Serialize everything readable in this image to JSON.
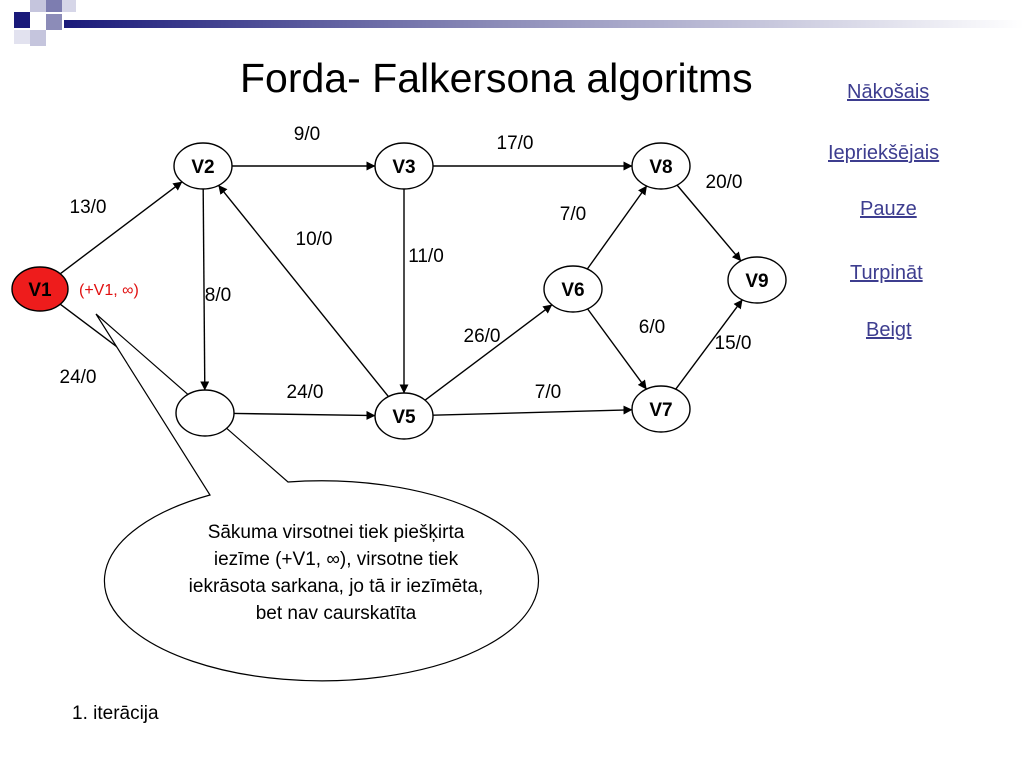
{
  "title": "Forda- Falkersona algoritms",
  "navigation": {
    "next": "Nākošais",
    "previous": "Iepriekšējais",
    "pause": "Pauze ",
    "continue": "Turpināt ",
    "end": "Beigt"
  },
  "graph": {
    "nodes": [
      {
        "id": "V1",
        "label": "V1",
        "highlighted": true
      },
      {
        "id": "V2",
        "label": "V2",
        "highlighted": false
      },
      {
        "id": "V3",
        "label": "V3",
        "highlighted": false
      },
      {
        "id": "V4",
        "label": "",
        "highlighted": false
      },
      {
        "id": "V5",
        "label": "V5",
        "highlighted": false
      },
      {
        "id": "V6",
        "label": "V6",
        "highlighted": false
      },
      {
        "id": "V7",
        "label": "V7",
        "highlighted": false
      },
      {
        "id": "V8",
        "label": "V8",
        "highlighted": false
      },
      {
        "id": "V9",
        "label": "V9",
        "highlighted": false
      }
    ],
    "edges": [
      {
        "from": "V1",
        "to": "V2",
        "label": "13/0"
      },
      {
        "from": "V1",
        "to": "V4",
        "label": "24/0"
      },
      {
        "from": "V2",
        "to": "V3",
        "label": "9/0"
      },
      {
        "from": "V2",
        "to": "V4",
        "label": "8/0"
      },
      {
        "from": "V5",
        "to": "V2",
        "label": "10/0"
      },
      {
        "from": "V3",
        "to": "V5",
        "label": "11/0"
      },
      {
        "from": "V3",
        "to": "V8",
        "label": "17/0"
      },
      {
        "from": "V4",
        "to": "V5",
        "label": "24/0"
      },
      {
        "from": "V5",
        "to": "V6",
        "label": "26/0"
      },
      {
        "from": "V5",
        "to": "V7",
        "label": "7/0"
      },
      {
        "from": "V6",
        "to": "V8",
        "label": "7/0"
      },
      {
        "from": "V6",
        "to": "V7",
        "label": "6/0"
      },
      {
        "from": "V8",
        "to": "V9",
        "label": "20/0"
      },
      {
        "from": "V7",
        "to": "V9",
        "label": "15/0"
      }
    ],
    "source_mark": "(+V1, ∞)"
  },
  "colors": {
    "highlight_node": "#ee1c1c",
    "mark_text": "#e01010",
    "link": "#3d3d8f",
    "decoration": "#1a1a7a"
  },
  "callout_text": "Sākuma virsotnei tiek piešķirta iezīme (+V1, ∞), virsotne tiek iekrāsota sarkana, jo tā ir iezīmēta, bet nav caurskatīta",
  "iteration_label": "1. iterācija"
}
